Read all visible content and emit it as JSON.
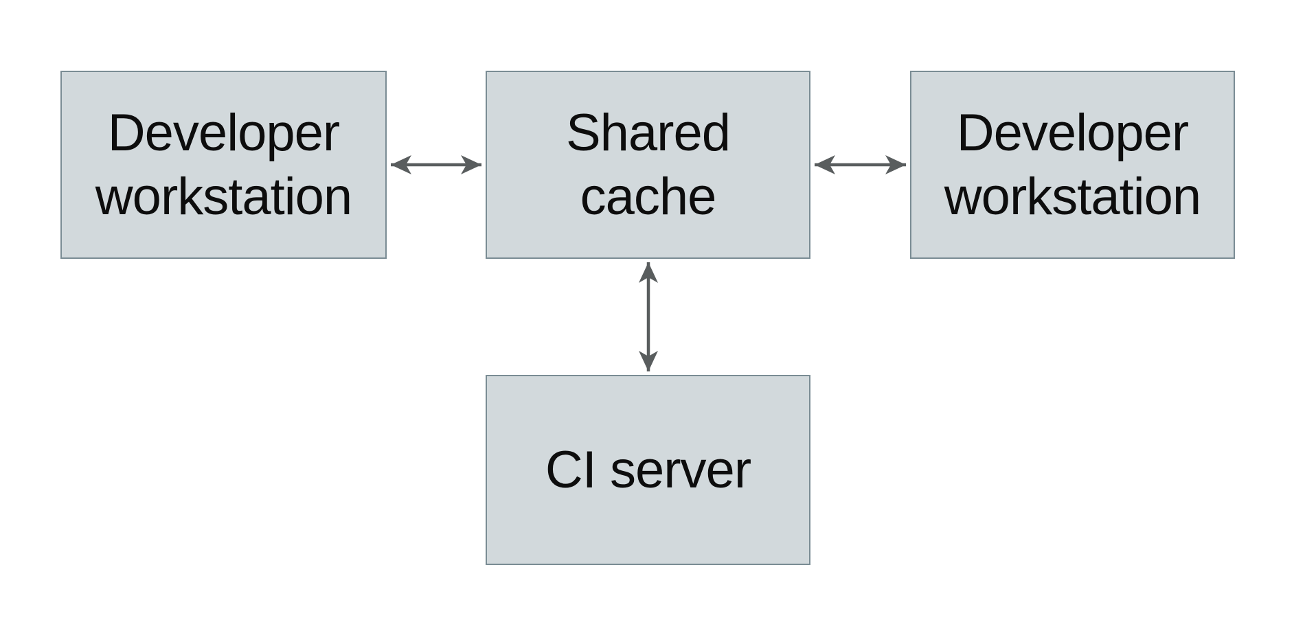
{
  "diagram": {
    "type": "architecture-diagram",
    "background": "#ffffff",
    "colors": {
      "node_fill": "#d2d9dc",
      "node_border": "#7a8c94",
      "arrow": "#595d5e",
      "text": "#0d0d0d"
    },
    "nodes": [
      {
        "id": "developer-workstation-left",
        "label": "Developer\nworkstation"
      },
      {
        "id": "shared-cache",
        "label": "Shared\ncache"
      },
      {
        "id": "developer-workstation-right",
        "label": "Developer\nworkstation"
      },
      {
        "id": "ci-server",
        "label": "CI server"
      }
    ],
    "edges": [
      {
        "from": "developer-workstation-left",
        "to": "shared-cache",
        "direction": "bidirectional"
      },
      {
        "from": "shared-cache",
        "to": "developer-workstation-right",
        "direction": "bidirectional"
      },
      {
        "from": "shared-cache",
        "to": "ci-server",
        "direction": "bidirectional"
      }
    ]
  }
}
